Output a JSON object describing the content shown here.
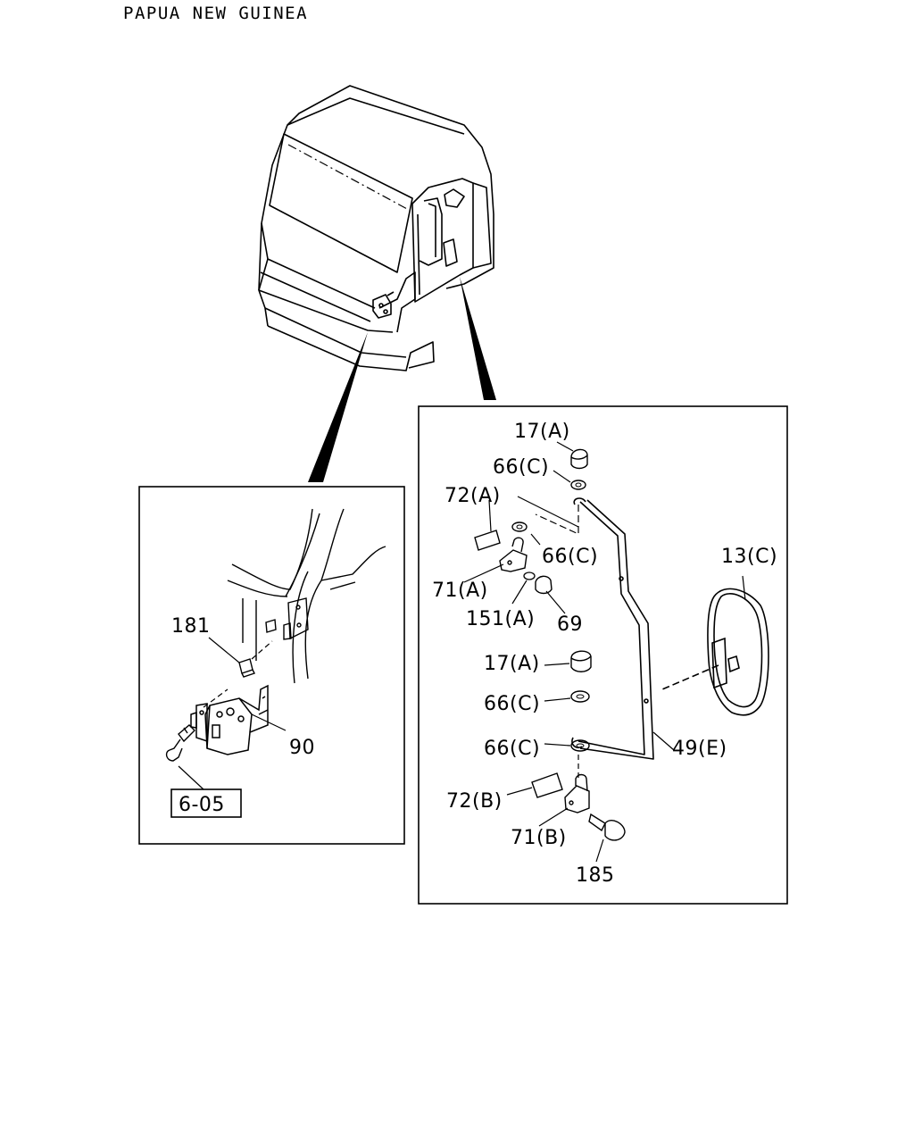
{
  "header": {
    "region": "PAPUA NEW GUINEA"
  },
  "left_panel": {
    "labels": {
      "p181": "181",
      "p90": "90",
      "ref": "6-05"
    }
  },
  "right_panel": {
    "labels": {
      "p17a_top": "17(A)",
      "p66c_1": "66(C)",
      "p72a": "72(A)",
      "p66c_2": "66(C)",
      "p13c": "13(C)",
      "p71a": "71(A)",
      "p151a": "151(A)",
      "p69": "69",
      "p17a_mid": "17(A)",
      "p66c_3": "66(C)",
      "p66c_4": "66(C)",
      "p49e": "49(E)",
      "p72b": "72(B)",
      "p71b": "71(B)",
      "p185": "185"
    }
  }
}
